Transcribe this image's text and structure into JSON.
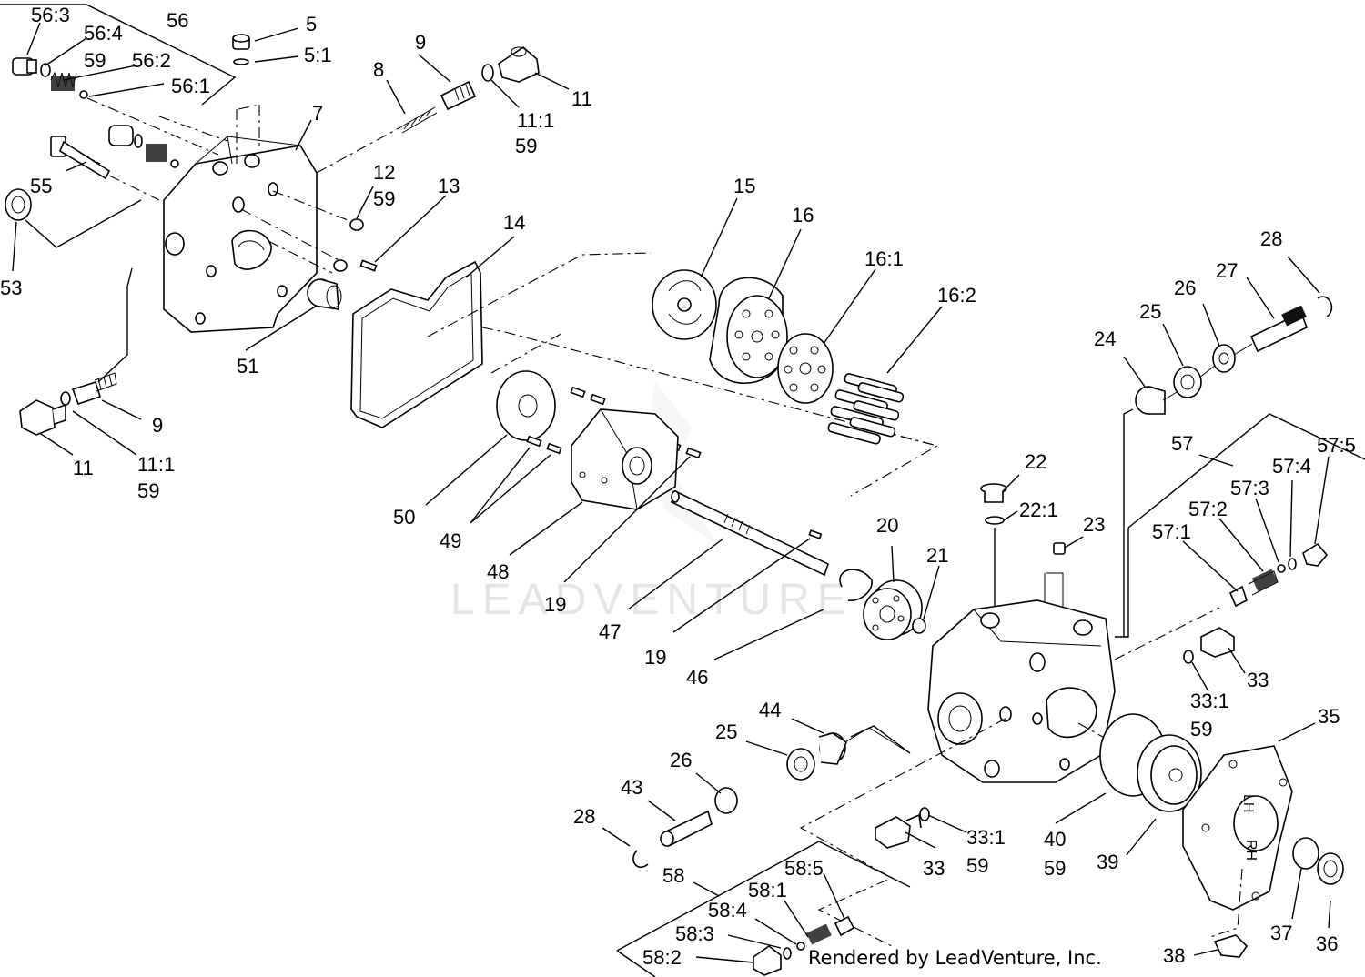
{
  "watermark": "LEADVENTURE",
  "credit": "Rendered by LeadVenture, Inc.",
  "callouts": [
    "56:3",
    "56:4",
    "59",
    "56:2",
    "56:1",
    "56",
    "5",
    "5:1",
    "9",
    "8",
    "11",
    "11:1",
    "59",
    "7",
    "12",
    "59",
    "13",
    "55",
    "53",
    "51",
    "14",
    "15",
    "16",
    "16:1",
    "16:2",
    "28",
    "27",
    "26",
    "25",
    "24",
    "11",
    "11:1",
    "59",
    "9",
    "50",
    "49",
    "48",
    "19",
    "47",
    "19",
    "46",
    "20",
    "21",
    "22",
    "22:1",
    "23",
    "57",
    "57:5",
    "57:4",
    "57:3",
    "57:2",
    "57:1",
    "33",
    "33:1",
    "59",
    "35",
    "44",
    "25",
    "26",
    "43",
    "28",
    "58",
    "58:5",
    "58:1",
    "58:4",
    "58:3",
    "58:2",
    "33",
    "33:1",
    "59",
    "40",
    "59",
    "39",
    "37",
    "36",
    "38"
  ]
}
